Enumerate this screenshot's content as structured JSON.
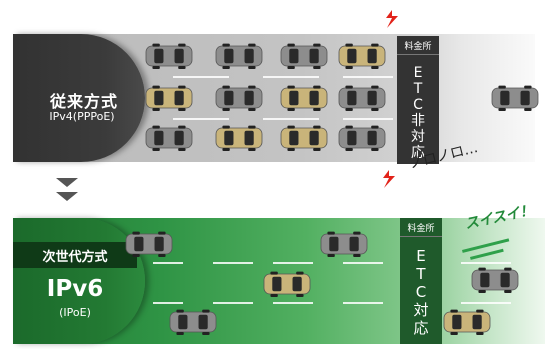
{
  "legacy": {
    "title": "従来方式",
    "subtitle": "IPv4(PPPoE)",
    "gate_label": "料金所",
    "gate_text": "ETC非対応",
    "caption": "ノロノロ…"
  },
  "ipv6": {
    "label": "次世代方式",
    "title": "IPv6",
    "subtitle": "(IPoE)",
    "gate_label": "料金所",
    "gate_text": "ETC対応",
    "caption": "スイスイ！"
  },
  "colors": {
    "legacy_road": "#c4c4c4",
    "legacy_cap": "#3b3b3b",
    "ipv6_road": "#2f9445",
    "ipv6_cap": "#1b6a2b",
    "car_gray": "#8d8d8d",
    "car_gold": "#c9b47a",
    "spark_red": "#e2231a"
  },
  "icons": [
    "car-icon",
    "lightning-icon",
    "down-arrow-icon"
  ]
}
